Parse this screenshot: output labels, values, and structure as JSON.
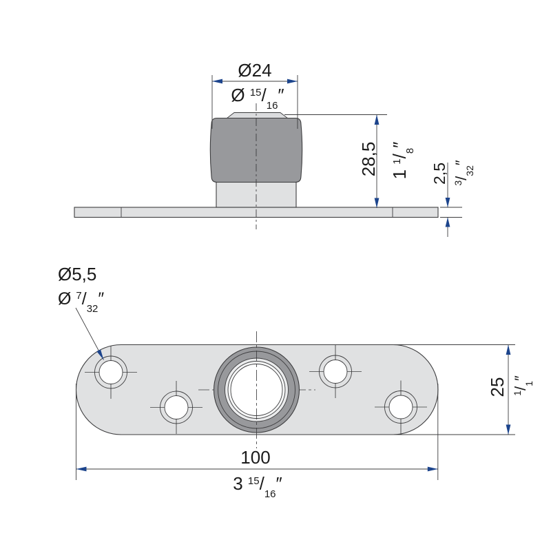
{
  "colors": {
    "outline": "#3c3c3e",
    "plate_fill": "#e0e1e2",
    "boss_dark": "#98999c",
    "cap_fill": "#dbdcde",
    "ring_light": "#eaebec",
    "ring_near_white": "#f7f8f8",
    "hole_white": "#ffffff",
    "arrow_blue": "#1c448c",
    "text_color": "#1b1b1b",
    "background": "#ffffff"
  },
  "side_view": {
    "boss_dia_mm": "Ø24",
    "boss_dia_in": {
      "pre": "Ø ",
      "num": "15",
      "slash": "/",
      "den": "16",
      "unit": "″"
    },
    "height_mm": "28,5",
    "height_in": {
      "pre": "1 ",
      "num": "1",
      "slash": "/",
      "den": "8",
      "unit": "″"
    },
    "thickness_mm": "2,5",
    "thickness_in": {
      "pre": "",
      "num": "3",
      "slash": "/",
      "den": "32",
      "unit": "″"
    }
  },
  "plan_view": {
    "hole_dia_mm": "Ø5,5",
    "hole_dia_in": {
      "pre": "Ø ",
      "num": "7",
      "slash": "/",
      "den": "32",
      "unit": "″"
    },
    "length_mm": "100",
    "length_in": {
      "pre": "3 ",
      "num": "15",
      "slash": "/",
      "den": "16",
      "unit": "″"
    },
    "width_mm": "25",
    "width_in": {
      "pre": "",
      "num": "1",
      "slash": "/",
      "den": "1",
      "unit": "″"
    }
  }
}
